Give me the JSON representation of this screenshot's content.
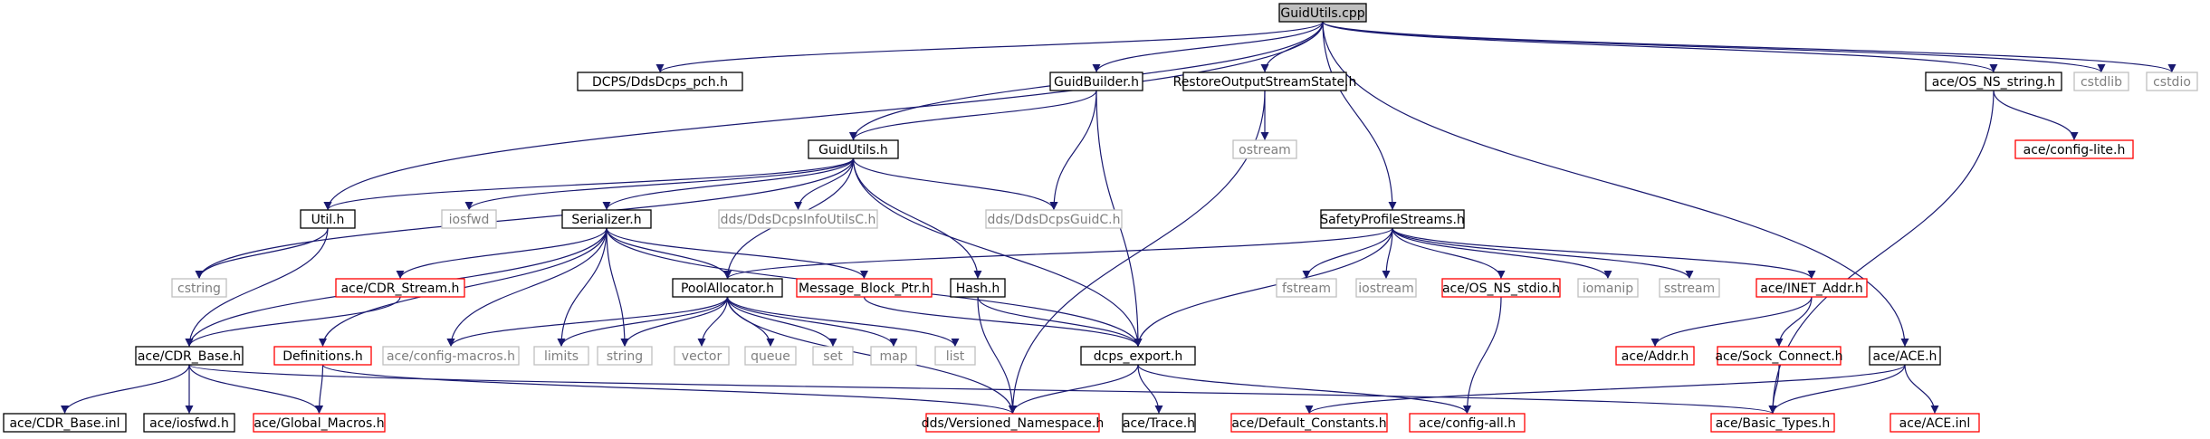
{
  "graph": {
    "colors": {
      "root_fill": "#bfbfbf",
      "box_fill": "#ffffff",
      "box_stroke_black": "#000000",
      "box_stroke_red": "#ff0000",
      "box_stroke_grey": "#bfbfbf",
      "text_black": "#000000",
      "text_grey": "#7f7f7f",
      "edge": "#191970"
    },
    "nodes": [
      {
        "id": "guidutils_cpp",
        "label": "GuidUtils.cpp",
        "style": "root"
      },
      {
        "id": "dcps_pch",
        "label": "DCPS/DdsDcps_pch.h",
        "style": "black"
      },
      {
        "id": "guidbuilder",
        "label": "GuidBuilder.h",
        "style": "black"
      },
      {
        "id": "restore",
        "label": "RestoreOutputStreamState.h",
        "style": "black"
      },
      {
        "id": "os_ns_string",
        "label": "ace/OS_NS_string.h",
        "style": "black"
      },
      {
        "id": "cstdlib",
        "label": "cstdlib",
        "style": "grey"
      },
      {
        "id": "cstdio",
        "label": "cstdio",
        "style": "grey"
      },
      {
        "id": "guidutils_h",
        "label": "GuidUtils.h",
        "style": "black"
      },
      {
        "id": "ostream",
        "label": "ostream",
        "style": "grey"
      },
      {
        "id": "config_lite",
        "label": "ace/config-lite.h",
        "style": "red"
      },
      {
        "id": "util_h",
        "label": "Util.h",
        "style": "black"
      },
      {
        "id": "iosfwd",
        "label": "iosfwd",
        "style": "grey"
      },
      {
        "id": "serializer",
        "label": "Serializer.h",
        "style": "black"
      },
      {
        "id": "infoutils",
        "label": "dds/DdsDcpsInfoUtilsC.h",
        "style": "grey"
      },
      {
        "id": "guidc",
        "label": "dds/DdsDcpsGuidC.h",
        "style": "grey"
      },
      {
        "id": "safety",
        "label": "SafetyProfileStreams.h",
        "style": "black"
      },
      {
        "id": "cstring",
        "label": "cstring",
        "style": "grey"
      },
      {
        "id": "cdr_stream",
        "label": "ace/CDR_Stream.h",
        "style": "red"
      },
      {
        "id": "poolalloc",
        "label": "PoolAllocator.h",
        "style": "black"
      },
      {
        "id": "mbptr",
        "label": "Message_Block_Ptr.h",
        "style": "red"
      },
      {
        "id": "hash",
        "label": "Hash.h",
        "style": "black"
      },
      {
        "id": "fstream",
        "label": "fstream",
        "style": "grey"
      },
      {
        "id": "iostream",
        "label": "iostream",
        "style": "grey"
      },
      {
        "id": "os_ns_stdio",
        "label": "ace/OS_NS_stdio.h",
        "style": "red"
      },
      {
        "id": "iomanip",
        "label": "iomanip",
        "style": "grey"
      },
      {
        "id": "sstream",
        "label": "sstream",
        "style": "grey"
      },
      {
        "id": "inet_addr",
        "label": "ace/INET_Addr.h",
        "style": "red"
      },
      {
        "id": "cdr_base",
        "label": "ace/CDR_Base.h",
        "style": "black"
      },
      {
        "id": "definitions",
        "label": "Definitions.h",
        "style": "red"
      },
      {
        "id": "config_macros",
        "label": "ace/config-macros.h",
        "style": "grey"
      },
      {
        "id": "limits",
        "label": "limits",
        "style": "grey"
      },
      {
        "id": "string",
        "label": "string",
        "style": "grey"
      },
      {
        "id": "vector",
        "label": "vector",
        "style": "grey"
      },
      {
        "id": "queue",
        "label": "queue",
        "style": "grey"
      },
      {
        "id": "set",
        "label": "set",
        "style": "grey"
      },
      {
        "id": "map",
        "label": "map",
        "style": "grey"
      },
      {
        "id": "list",
        "label": "list",
        "style": "grey"
      },
      {
        "id": "dcps_export",
        "label": "dcps_export.h",
        "style": "black"
      },
      {
        "id": "addr",
        "label": "ace/Addr.h",
        "style": "red"
      },
      {
        "id": "sock_connect",
        "label": "ace/Sock_Connect.h",
        "style": "red"
      },
      {
        "id": "ace_h",
        "label": "ace/ACE.h",
        "style": "black"
      },
      {
        "id": "cdr_base_inl",
        "label": "ace/CDR_Base.inl",
        "style": "black"
      },
      {
        "id": "ace_iosfwd",
        "label": "ace/iosfwd.h",
        "style": "black"
      },
      {
        "id": "global_macros",
        "label": "ace/Global_Macros.h",
        "style": "red"
      },
      {
        "id": "versioned_ns",
        "label": "dds/Versioned_Namespace.h",
        "style": "red"
      },
      {
        "id": "trace",
        "label": "ace/Trace.h",
        "style": "black"
      },
      {
        "id": "default_constants",
        "label": "ace/Default_Constants.h",
        "style": "red"
      },
      {
        "id": "config_all",
        "label": "ace/config-all.h",
        "style": "red"
      },
      {
        "id": "basic_types",
        "label": "ace/Basic_Types.h",
        "style": "red"
      },
      {
        "id": "ace_inl",
        "label": "ace/ACE.inl",
        "style": "red"
      }
    ],
    "edges": [
      [
        "guidutils_cpp",
        "dcps_pch"
      ],
      [
        "guidutils_cpp",
        "guidbuilder"
      ],
      [
        "guidutils_cpp",
        "restore"
      ],
      [
        "guidutils_cpp",
        "os_ns_string"
      ],
      [
        "guidutils_cpp",
        "cstdlib"
      ],
      [
        "guidutils_cpp",
        "cstdio"
      ],
      [
        "guidutils_cpp",
        "guidutils_h"
      ],
      [
        "guidutils_cpp",
        "util_h"
      ],
      [
        "guidutils_cpp",
        "safety"
      ],
      [
        "guidutils_cpp",
        "ace_h"
      ],
      [
        "guidbuilder",
        "guidutils_h"
      ],
      [
        "guidbuilder",
        "guidc"
      ],
      [
        "guidbuilder",
        "dcps_export"
      ],
      [
        "restore",
        "ostream"
      ],
      [
        "restore",
        "versioned_ns"
      ],
      [
        "os_ns_string",
        "config_lite"
      ],
      [
        "os_ns_string",
        "basic_types"
      ],
      [
        "guidutils_h",
        "util_h"
      ],
      [
        "guidutils_h",
        "iosfwd"
      ],
      [
        "guidutils_h",
        "serializer"
      ],
      [
        "guidutils_h",
        "infoutils"
      ],
      [
        "guidutils_h",
        "guidc"
      ],
      [
        "guidutils_h",
        "cstring"
      ],
      [
        "guidutils_h",
        "poolalloc"
      ],
      [
        "guidutils_h",
        "hash"
      ],
      [
        "guidutils_h",
        "dcps_export"
      ],
      [
        "util_h",
        "cstring"
      ],
      [
        "util_h",
        "cdr_base"
      ],
      [
        "serializer",
        "cdr_stream"
      ],
      [
        "serializer",
        "poolalloc"
      ],
      [
        "serializer",
        "mbptr"
      ],
      [
        "serializer",
        "cdr_base"
      ],
      [
        "serializer",
        "definitions"
      ],
      [
        "serializer",
        "config_macros"
      ],
      [
        "serializer",
        "limits"
      ],
      [
        "serializer",
        "string"
      ],
      [
        "serializer",
        "dcps_export"
      ],
      [
        "safety",
        "poolalloc"
      ],
      [
        "safety",
        "fstream"
      ],
      [
        "safety",
        "iostream"
      ],
      [
        "safety",
        "os_ns_stdio"
      ],
      [
        "safety",
        "iomanip"
      ],
      [
        "safety",
        "sstream"
      ],
      [
        "safety",
        "inet_addr"
      ],
      [
        "safety",
        "dcps_export"
      ],
      [
        "cdr_stream",
        "cdr_base"
      ],
      [
        "poolalloc",
        "config_macros"
      ],
      [
        "poolalloc",
        "limits"
      ],
      [
        "poolalloc",
        "string"
      ],
      [
        "poolalloc",
        "vector"
      ],
      [
        "poolalloc",
        "queue"
      ],
      [
        "poolalloc",
        "set"
      ],
      [
        "poolalloc",
        "map"
      ],
      [
        "poolalloc",
        "list"
      ],
      [
        "poolalloc",
        "versioned_ns"
      ],
      [
        "mbptr",
        "dcps_export"
      ],
      [
        "hash",
        "dcps_export"
      ],
      [
        "hash",
        "versioned_ns"
      ],
      [
        "os_ns_stdio",
        "config_all"
      ],
      [
        "inet_addr",
        "addr"
      ],
      [
        "inet_addr",
        "sock_connect"
      ],
      [
        "cdr_base",
        "cdr_base_inl"
      ],
      [
        "cdr_base",
        "ace_iosfwd"
      ],
      [
        "cdr_base",
        "global_macros"
      ],
      [
        "cdr_base",
        "basic_types"
      ],
      [
        "definitions",
        "global_macros"
      ],
      [
        "definitions",
        "versioned_ns"
      ],
      [
        "dcps_export",
        "versioned_ns"
      ],
      [
        "dcps_export",
        "trace"
      ],
      [
        "dcps_export",
        "config_all"
      ],
      [
        "sock_connect",
        "basic_types"
      ],
      [
        "ace_h",
        "default_constants"
      ],
      [
        "ace_h",
        "basic_types"
      ],
      [
        "ace_h",
        "ace_inl"
      ]
    ]
  }
}
